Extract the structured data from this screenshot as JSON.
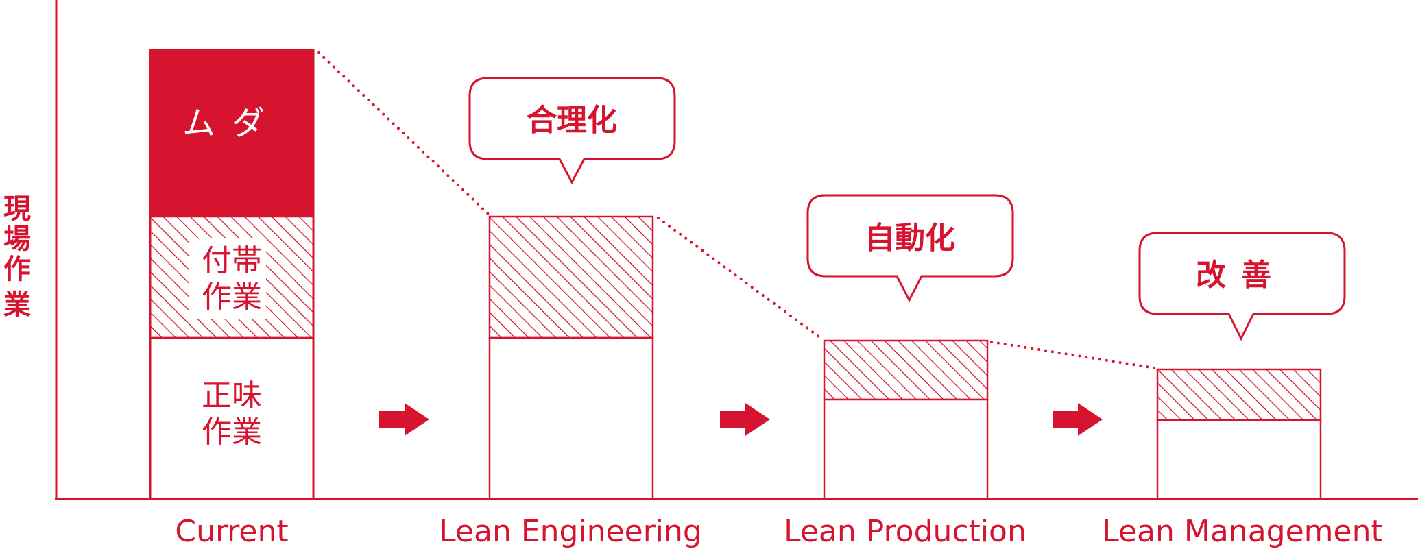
{
  "colors": {
    "accent": "#d6142f",
    "background": "#ffffff"
  },
  "y_axis_label": "現場作業",
  "categories": [
    "Current",
    "Lean Engineering",
    "Lean Production",
    "Lean Management"
  ],
  "segments": {
    "waste": "ムダ",
    "incidental_work": "付帯作業",
    "value_added_work": "正味作業"
  },
  "callouts": [
    "合理化",
    "自動化",
    "改善"
  ],
  "arrow_icon": "right-arrow-icon"
}
